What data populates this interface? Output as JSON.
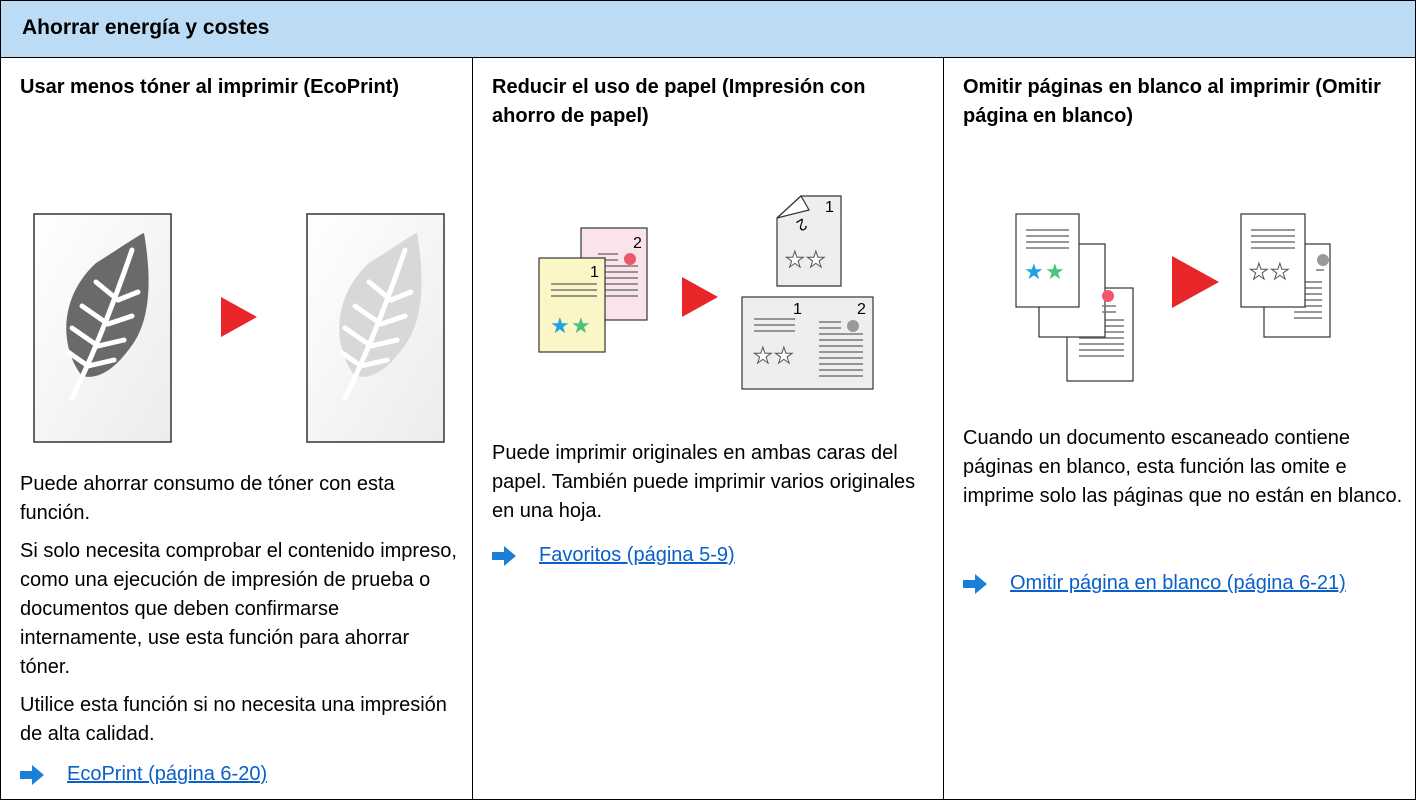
{
  "header": {
    "title": "Ahorrar energía y costes"
  },
  "columns": [
    {
      "title": "Usar menos tóner al imprimir (EcoPrint)",
      "paragraphs": [
        "Puede ahorrar consumo de tóner con esta función.",
        "Si solo necesita comprobar el contenido impreso, como una ejecución de impresión de prueba o documentos que deben confirmarse internamente, use esta función para ahorrar tóner.",
        "Utilice esta función si no necesita una impresión de alta calidad."
      ],
      "link": "EcoPrint (página 6-20)"
    },
    {
      "title": "Reducir el uso de papel (Impresión con ahorro de papel)",
      "paragraphs": [
        "Puede imprimir originales en ambas caras del papel. También puede imprimir varios originales en una hoja."
      ],
      "link": "Favoritos (página 5-9)",
      "page_numbers": [
        "1",
        "2",
        "1",
        "2",
        "1",
        "2"
      ]
    },
    {
      "title": "Omitir páginas en blanco al imprimir (Omitir página en blanco)",
      "paragraphs": [
        "Cuando un documento escaneado contiene páginas en blanco, esta función las omite e imprime solo las páginas que no están en blanco."
      ],
      "link": "Omitir página en blanco (página 6-21)"
    }
  ],
  "colors": {
    "header_bg": "#bcdcf5",
    "arrow_red": "#e8262a",
    "link_blue": "#0a5fc9",
    "link_arrow": "#1a7fd6"
  },
  "icons": [
    "play-arrow-icon",
    "link-arrow-icon",
    "leaf-icon",
    "star-icon"
  ]
}
